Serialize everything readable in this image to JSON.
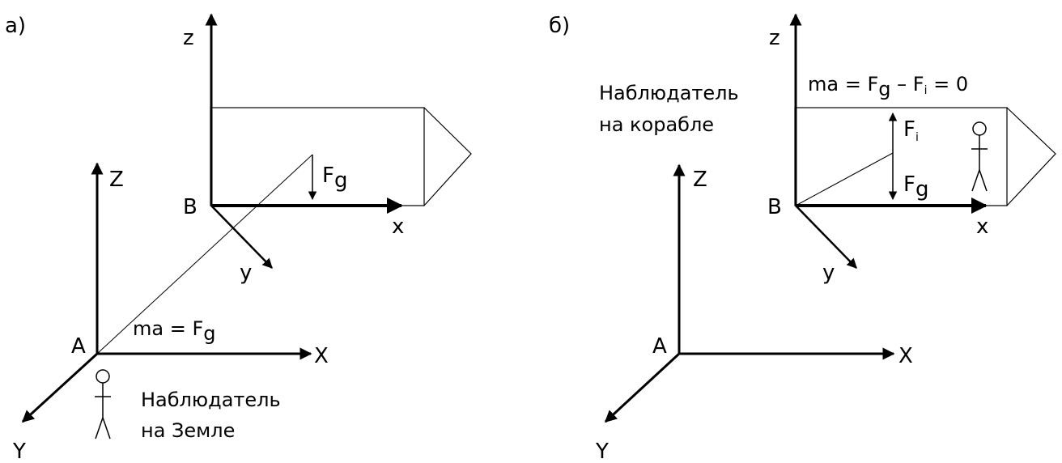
{
  "panel_a": {
    "label": "а)",
    "ground_frame": {
      "origin": "A",
      "x": "X",
      "y": "Y",
      "z": "Z"
    },
    "ship_frame": {
      "origin": "B",
      "x": "x",
      "y": "y",
      "z": "z"
    },
    "force": {
      "base": "F",
      "sub": "g"
    },
    "equation": {
      "lhs": "ma = F",
      "sub": "g"
    },
    "observer": [
      "Наблюдатель",
      "на Земле"
    ]
  },
  "panel_b": {
    "label": "б)",
    "ground_frame": {
      "origin": "A",
      "x": "X",
      "y": "Y",
      "z": "Z"
    },
    "ship_frame": {
      "origin": "B",
      "x": "x",
      "y": "y",
      "z": "z"
    },
    "force_inertial": {
      "base": "F",
      "sub": "i"
    },
    "force_gravity": {
      "base": "F",
      "sub": "g"
    },
    "equation": {
      "lhs": "ma = F",
      "sub_g": "g",
      "minus": " – F",
      "sub_i": "i",
      "rhs": " = 0"
    },
    "observer": [
      "Наблюдатель",
      "на корабле"
    ]
  }
}
